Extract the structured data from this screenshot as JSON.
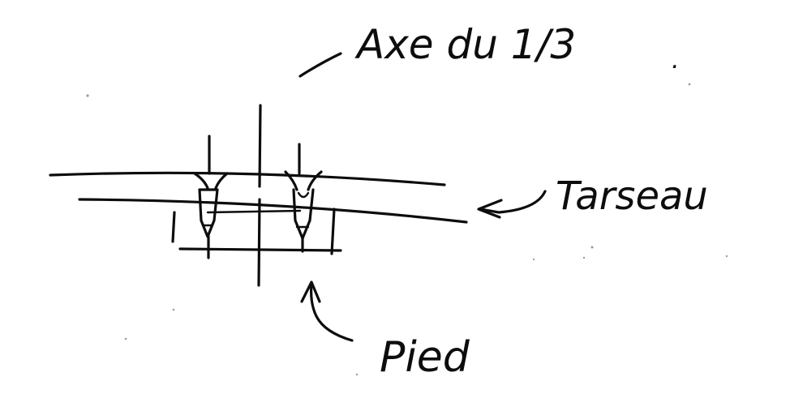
{
  "labels": {
    "axis": "Axe du 1/3",
    "beam": "Tarseau",
    "foot": "Pied"
  },
  "colors": {
    "ink": "#0d0d0d",
    "paper": "#ffffff"
  }
}
